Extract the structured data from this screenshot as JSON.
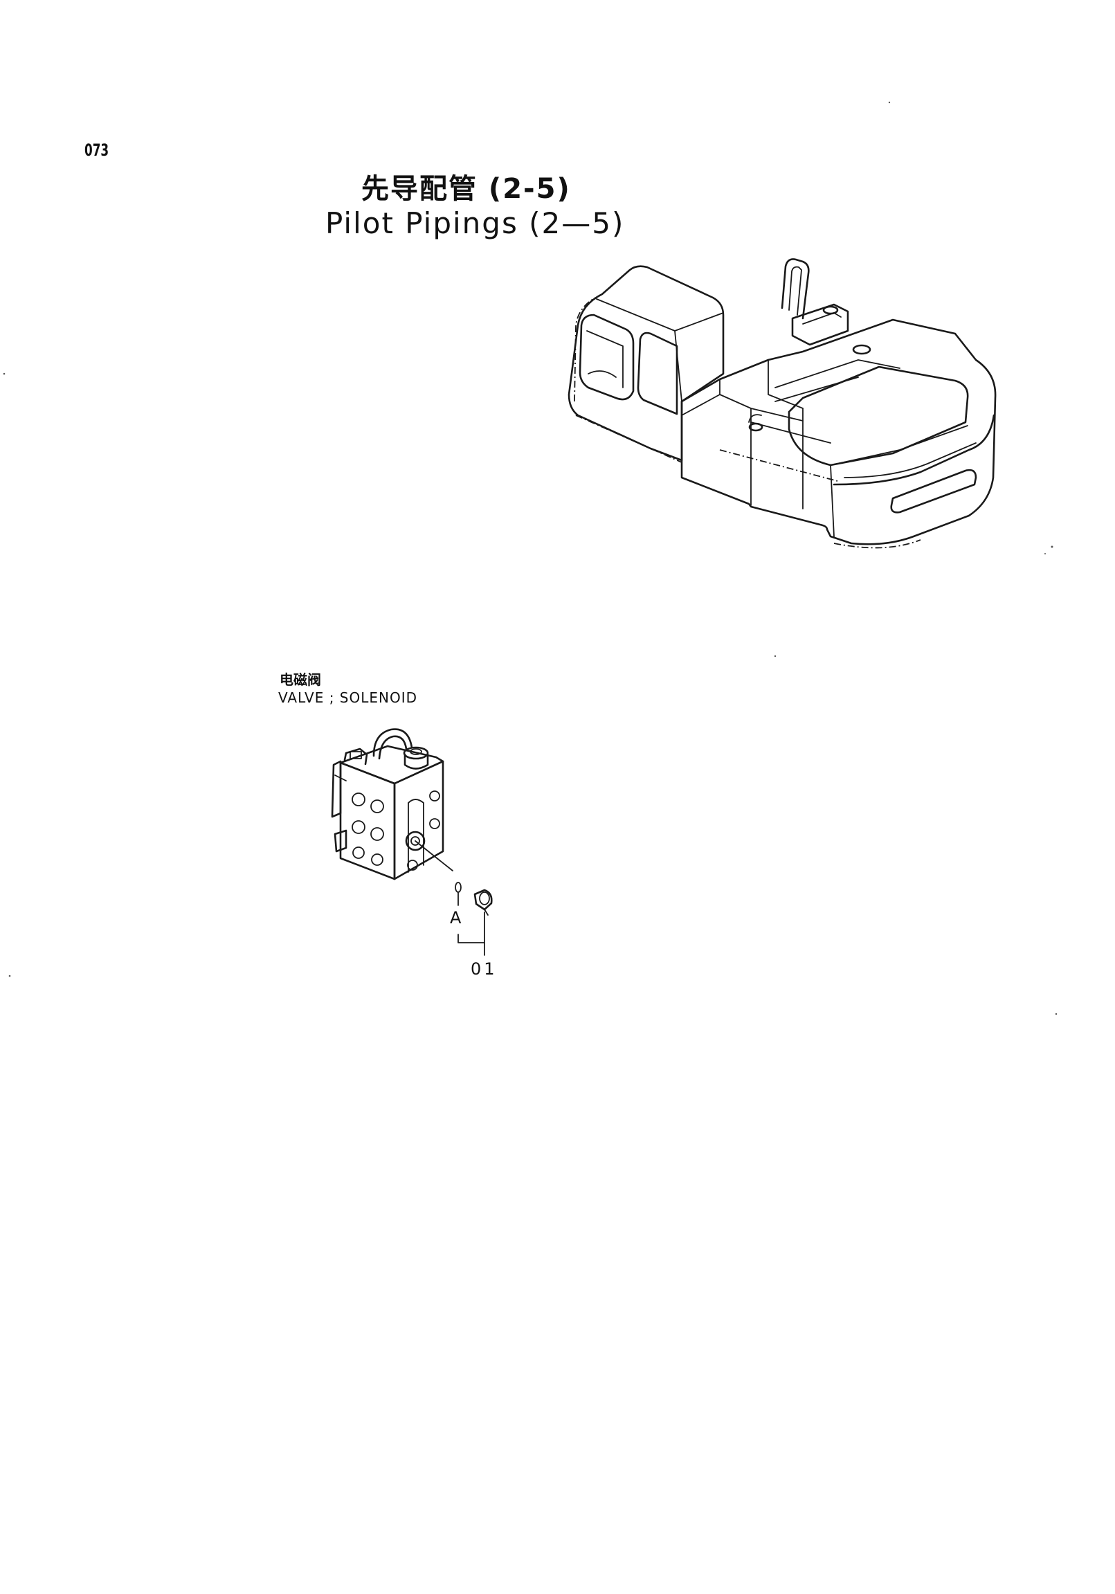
{
  "page": {
    "number": "073"
  },
  "title": {
    "chinese": "先导配管 (2-5)",
    "english": "Pilot Pipings (2—5)"
  },
  "part": {
    "chinese": "电磁阀",
    "english": "VALVE ; SOLENOID"
  },
  "callouts": {
    "a": "A",
    "item": "01"
  },
  "icons": {
    "machine": "excavator-upper-structure-icon",
    "valve": "solenoid-valve-icon"
  }
}
